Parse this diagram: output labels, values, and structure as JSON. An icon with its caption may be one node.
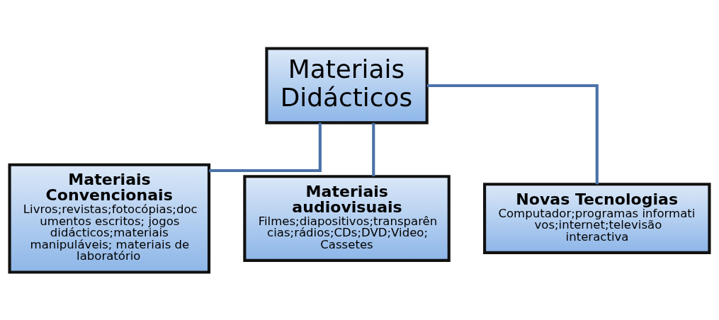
{
  "diagram": {
    "nodes": [
      {
        "text": [
          "Materiais Didácticos"
        ]
      },
      {
        "text": [
          "Materiais Convencionais",
          "Livros;revistas;fotocópias;documentos escritos; jogos didácticos;materiais manipuláveis; materiais de laboratório"
        ]
      },
      {
        "text": [
          "Materiais audiovisuais",
          "Filmes;diapositivos;transparências;rádios;CDs;DVD;Video; Cassetes"
        ]
      },
      {
        "text": [
          "Novas Tecnologias",
          "Computador;programas informativos;internet;televisão interactiva"
        ]
      }
    ],
    "edges": [
      {
        "from": 0,
        "to": 1,
        "arrow": "none"
      },
      {
        "from": 0,
        "to": 2,
        "arrow": "none"
      },
      {
        "from": 0,
        "to": 3,
        "arrow": "none"
      }
    ]
  }
}
